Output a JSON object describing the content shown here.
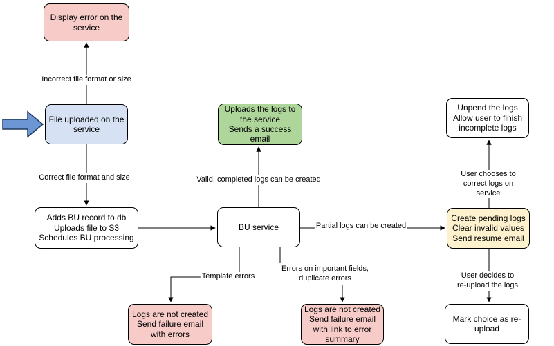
{
  "diagram": {
    "title": "File upload / BU processing flowchart",
    "colors": {
      "node_pink": "#f6cbc8",
      "node_blue": "#d6e2f3",
      "node_green": "#aed69b",
      "node_yellow": "#fdf1ce",
      "node_white": "#ffffff",
      "start_arrow_fill": "#6d96d4",
      "start_arrow_stroke": "#1f3a5f",
      "line": "#000000"
    },
    "nodes": {
      "display_error": {
        "label": "Display error on the service"
      },
      "file_uploaded": {
        "label": "File uploaded on the service"
      },
      "adds_bu_record": {
        "label": "Adds BU record to db\nUploads file to S3\nSchedules BU processing"
      },
      "success_email": {
        "label": "Uploads the logs to the service\nSends a success email"
      },
      "bu_service": {
        "label": "BU service"
      },
      "create_pending": {
        "label": "Create pending logs\nClear invalid values\nSend resume email"
      },
      "unpend_logs": {
        "label": "Unpend the logs\nAllow user to finish incomplete logs"
      },
      "mark_reupload": {
        "label": "Mark choice as re-upload"
      },
      "failure_errors": {
        "label": "Logs are not created\nSend failure email with errors"
      },
      "failure_summary": {
        "label": "Logs are not created\nSend failure email with link to error summary"
      }
    },
    "edge_labels": {
      "incorrect_format": "Incorrect file format or size",
      "correct_format": "Correct file format and size",
      "valid_logs": "Valid, completed logs can be created",
      "partial_logs": "Partial logs can be created",
      "template_errors": "Template errors",
      "important_errors": "Errors on important fields,\nduplicate errors",
      "user_corrects": "User chooses to correct logs on service",
      "user_reuploads": "User decides to re-upload the logs"
    }
  }
}
